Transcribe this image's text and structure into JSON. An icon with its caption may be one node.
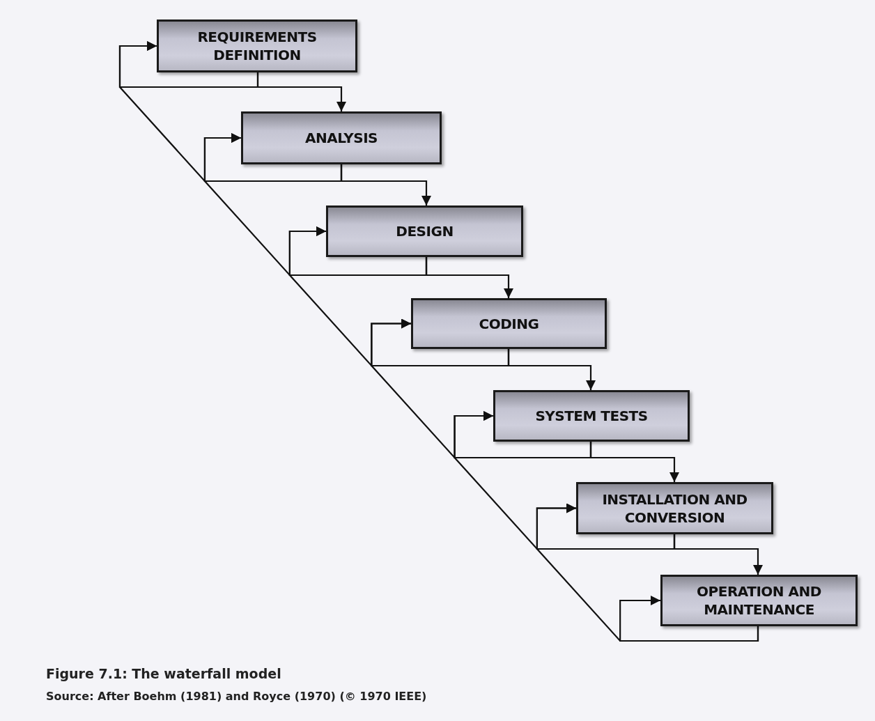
{
  "diagram": {
    "caption": "Figure 7.1: The waterfall model",
    "nodes": [
      {
        "text": [
          "REQUIREMENTS DEFINITION"
        ]
      },
      {
        "text": [
          "ANALYSIS"
        ]
      },
      {
        "text": [
          "DESIGN"
        ]
      },
      {
        "text": [
          "CODING"
        ]
      },
      {
        "text": [
          "SYSTEM TESTS"
        ]
      },
      {
        "text": [
          "INSTALLATION AND CONVERSION"
        ]
      },
      {
        "text": [
          "OPERATION AND MAINTENANCE"
        ]
      }
    ],
    "edges": [
      {
        "from": 0,
        "to": 1,
        "arrow": "to"
      },
      {
        "from": 1,
        "to": 2,
        "arrow": "to"
      },
      {
        "from": 2,
        "to": 3,
        "arrow": "to"
      },
      {
        "from": 3,
        "to": 4,
        "arrow": "to"
      },
      {
        "from": 4,
        "to": 5,
        "arrow": "to"
      },
      {
        "from": 5,
        "to": 6,
        "arrow": "to"
      },
      {
        "from": 0,
        "to": 0,
        "arrow": "to"
      },
      {
        "from": 1,
        "to": 1,
        "arrow": "to"
      },
      {
        "from": 2,
        "to": 2,
        "arrow": "to"
      },
      {
        "from": 3,
        "to": 3,
        "arrow": "to"
      },
      {
        "from": 4,
        "to": 4,
        "arrow": "to"
      },
      {
        "from": 5,
        "to": 5,
        "arrow": "to"
      },
      {
        "from": 6,
        "to": 6,
        "arrow": "to"
      },
      {
        "from": 1,
        "to": 0,
        "arrow": "to"
      },
      {
        "from": 2,
        "to": 1,
        "arrow": "to"
      },
      {
        "from": 3,
        "to": 2,
        "arrow": "to"
      },
      {
        "from": 4,
        "to": 3,
        "arrow": "to"
      },
      {
        "from": 5,
        "to": 4,
        "arrow": "to"
      },
      {
        "from": 6,
        "to": 5,
        "arrow": "to"
      }
    ],
    "labels": [
      "Source: After Boehm (1981) and Royce (1970) (© 1970 IEEE)"
    ]
  }
}
